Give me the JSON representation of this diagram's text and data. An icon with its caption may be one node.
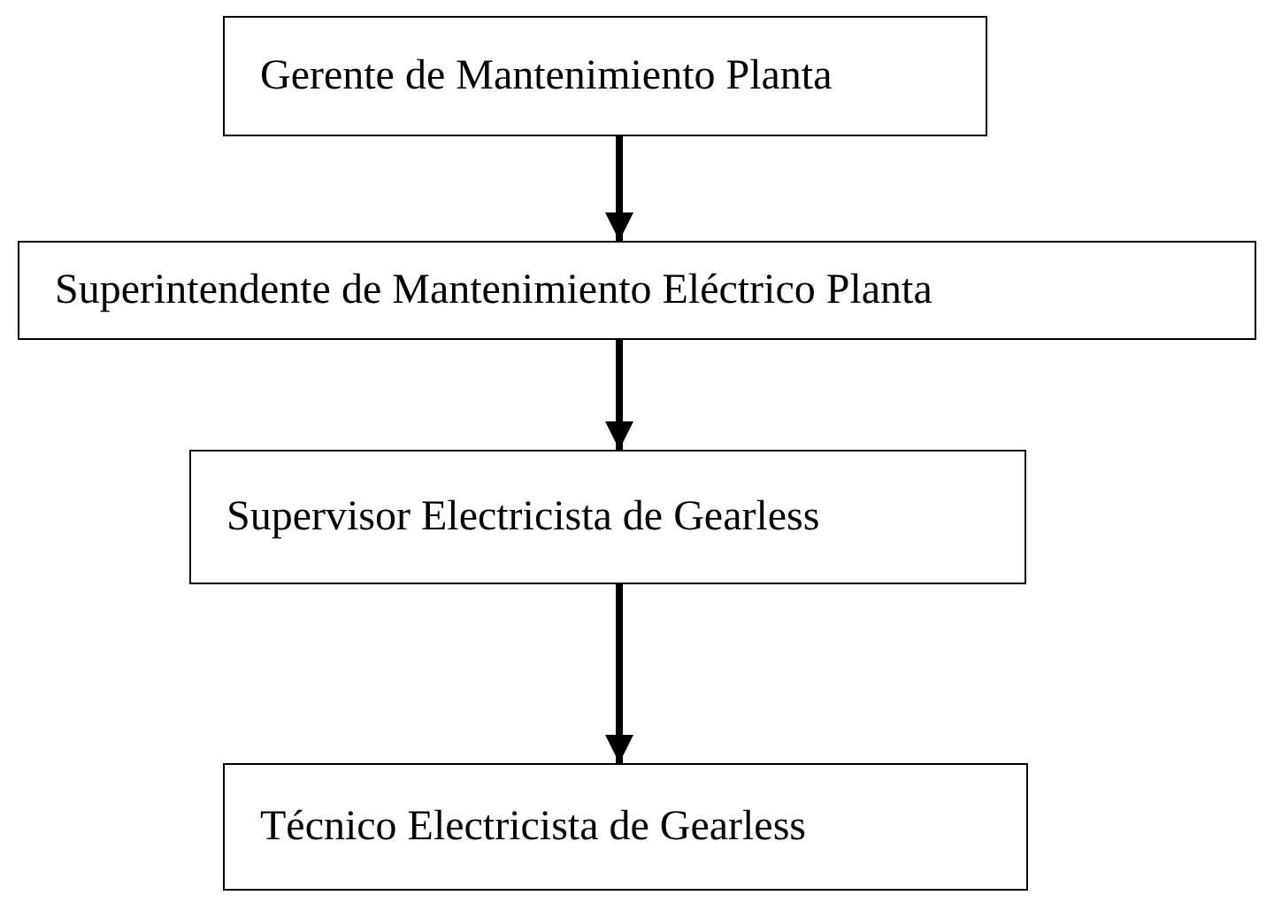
{
  "diagram": {
    "nodes": [
      {
        "text": [
          "Gerente de Mantenimiento Planta"
        ]
      },
      {
        "text": [
          "Superintendente de Mantenimiento Eléctrico Planta"
        ]
      },
      {
        "text": [
          "Supervisor Electricista de Gearless"
        ]
      },
      {
        "text": [
          "Técnico Electricista de Gearless"
        ]
      }
    ],
    "edges": [
      {
        "from": 0,
        "to": 1,
        "arrow": "to"
      },
      {
        "from": 1,
        "to": 2,
        "arrow": "to"
      },
      {
        "from": 2,
        "to": 3,
        "arrow": "to"
      }
    ]
  }
}
